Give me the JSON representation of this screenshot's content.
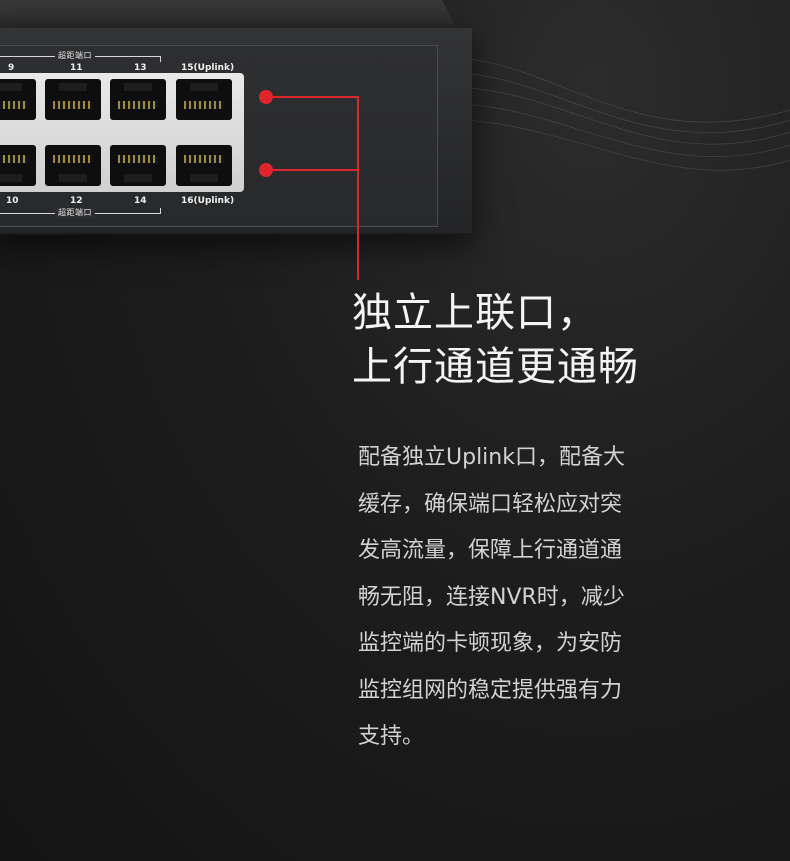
{
  "device": {
    "group_label_top": "超距端口",
    "group_label_bottom": "超距端口",
    "top_port_numbers": [
      "9",
      "11",
      "13",
      "15(Uplink)"
    ],
    "bottom_port_numbers": [
      "10",
      "12",
      "14",
      "16(Uplink)"
    ]
  },
  "headline": {
    "line1": "独立上联口，",
    "line2": "上行通道更通畅"
  },
  "description": {
    "lines": [
      "配备独立Uplink口，配备大",
      "缓存，确保端口轻松应对突",
      "发高流量，保障上行通道通",
      "畅无阻，连接NVR时，减少",
      "监控端的卡顿现象，为安防",
      "监控组网的稳定提供强有力",
      "支持。"
    ]
  },
  "colors": {
    "accent": "#e0242c",
    "background": "#1d1d1d",
    "headline": "#f4f4f4",
    "body": "#d2d2d2"
  }
}
